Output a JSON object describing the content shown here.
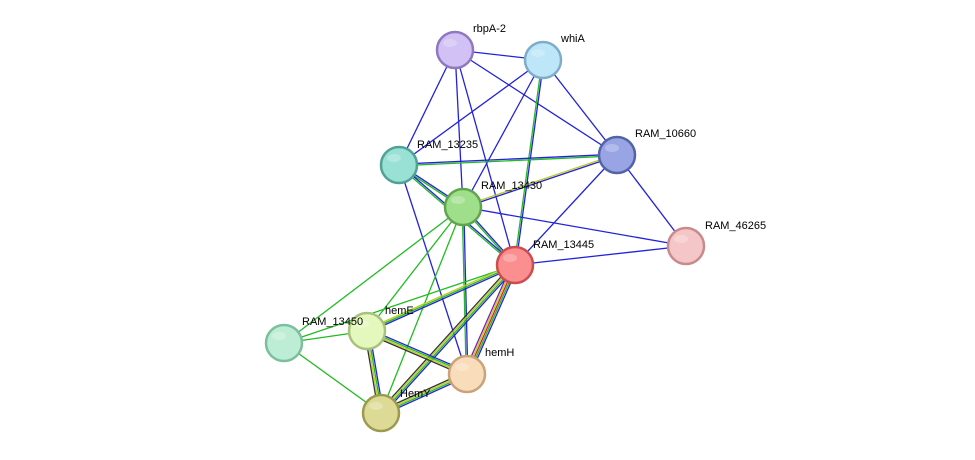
{
  "network": {
    "nodes": [
      {
        "id": "rbpA-2",
        "label": "rbpA-2",
        "fill": "#d2c1f5",
        "stroke": "#8f78bf"
      },
      {
        "id": "whiA",
        "label": "whiA",
        "fill": "#bde6f8",
        "stroke": "#7fadc9"
      },
      {
        "id": "RAM_13235",
        "label": "RAM_13235",
        "fill": "#99e0d5",
        "stroke": "#4fa396"
      },
      {
        "id": "RAM_10660",
        "label": "RAM_10660",
        "fill": "#98a4e4",
        "stroke": "#5263a6"
      },
      {
        "id": "RAM_13430",
        "label": "RAM_13430",
        "fill": "#9fdf8c",
        "stroke": "#5fa64a"
      },
      {
        "id": "RAM_46265",
        "label": "RAM_46265",
        "fill": "#f5c6c7",
        "stroke": "#c98a8c"
      },
      {
        "id": "RAM_13445",
        "label": "RAM_13445",
        "fill": "#fb8f8f",
        "stroke": "#cc4d4d"
      },
      {
        "id": "RAM_13450",
        "label": "RAM_13450",
        "fill": "#beedd5",
        "stroke": "#7cbf9d"
      },
      {
        "id": "hemE",
        "label": "hemE",
        "fill": "#e4f7bd",
        "stroke": "#a8c27a"
      },
      {
        "id": "hemH",
        "label": "hemH",
        "fill": "#f9dcb9",
        "stroke": "#cca27a"
      },
      {
        "id": "HemY",
        "label": "HemY",
        "fill": "#dcda94",
        "stroke": "#9c9a50"
      }
    ],
    "edges": [
      {
        "source": "rbpA-2",
        "target": "RAM_13235",
        "colors": [
          "#2222dd"
        ]
      },
      {
        "source": "rbpA-2",
        "target": "whiA",
        "colors": [
          "#2222dd"
        ]
      },
      {
        "source": "rbpA-2",
        "target": "RAM_10660",
        "colors": [
          "#2222dd"
        ]
      },
      {
        "source": "rbpA-2",
        "target": "RAM_13430",
        "colors": [
          "#2222dd"
        ]
      },
      {
        "source": "rbpA-2",
        "target": "RAM_13445",
        "colors": [
          "#2222dd"
        ]
      },
      {
        "source": "whiA",
        "target": "RAM_13235",
        "colors": [
          "#2222dd"
        ]
      },
      {
        "source": "whiA",
        "target": "RAM_10660",
        "colors": [
          "#2222dd"
        ]
      },
      {
        "source": "whiA",
        "target": "RAM_13430",
        "colors": [
          "#2222dd"
        ]
      },
      {
        "source": "whiA",
        "target": "RAM_13445",
        "colors": [
          "#2222dd",
          "#22bb22"
        ]
      },
      {
        "source": "RAM_13235",
        "target": "RAM_10660",
        "colors": [
          "#2222dd",
          "#22bb22"
        ]
      },
      {
        "source": "RAM_13235",
        "target": "RAM_13430",
        "colors": [
          "#2222dd",
          "#22bb22"
        ]
      },
      {
        "source": "RAM_13235",
        "target": "RAM_13445",
        "colors": [
          "#2222dd",
          "#22bb22"
        ]
      },
      {
        "source": "RAM_13235",
        "target": "hemH",
        "colors": [
          "#2222dd"
        ]
      },
      {
        "source": "RAM_10660",
        "target": "RAM_13430",
        "colors": [
          "#2222dd",
          "#bbcc22"
        ]
      },
      {
        "source": "RAM_10660",
        "target": "RAM_13445",
        "colors": [
          "#2222dd"
        ]
      },
      {
        "source": "RAM_10660",
        "target": "RAM_46265",
        "colors": [
          "#2222dd"
        ]
      },
      {
        "source": "RAM_13430",
        "target": "RAM_46265",
        "colors": [
          "#2222dd"
        ]
      },
      {
        "source": "RAM_13430",
        "target": "RAM_13445",
        "colors": [
          "#2222dd",
          "#22bb22"
        ]
      },
      {
        "source": "RAM_13430",
        "target": "RAM_13450",
        "colors": [
          "#22bb22"
        ]
      },
      {
        "source": "RAM_13430",
        "target": "hemE",
        "colors": [
          "#22bb22"
        ]
      },
      {
        "source": "RAM_13430",
        "target": "hemH",
        "colors": [
          "#2222dd",
          "#22bb22"
        ]
      },
      {
        "source": "RAM_13430",
        "target": "HemY",
        "colors": [
          "#22bb22"
        ]
      },
      {
        "source": "RAM_13445",
        "target": "RAM_46265",
        "colors": [
          "#2222dd"
        ]
      },
      {
        "source": "RAM_13445",
        "target": "RAM_13450",
        "colors": [
          "#22bb22"
        ]
      },
      {
        "source": "RAM_13445",
        "target": "hemE",
        "colors": [
          "#2222dd",
          "#22bb22",
          "#bbcc22"
        ]
      },
      {
        "source": "RAM_13445",
        "target": "hemH",
        "colors": [
          "#2222dd",
          "#22bb22",
          "#dd2222",
          "#bbcc22",
          "#7722aa"
        ]
      },
      {
        "source": "RAM_13445",
        "target": "HemY",
        "colors": [
          "#2222dd",
          "#22bb22",
          "#bbcc22",
          "#333333"
        ]
      },
      {
        "source": "RAM_13450",
        "target": "hemE",
        "colors": [
          "#22bb22"
        ]
      },
      {
        "source": "RAM_13450",
        "target": "HemY",
        "colors": [
          "#22bb22"
        ]
      },
      {
        "source": "hemE",
        "target": "hemH",
        "colors": [
          "#2222dd",
          "#22bb22",
          "#bbcc22",
          "#333333"
        ]
      },
      {
        "source": "hemE",
        "target": "HemY",
        "colors": [
          "#2222dd",
          "#22bb22",
          "#bbcc22",
          "#333333"
        ]
      },
      {
        "source": "hemH",
        "target": "HemY",
        "colors": [
          "#2222dd",
          "#22bb22",
          "#bbcc22",
          "#333333"
        ]
      }
    ]
  }
}
